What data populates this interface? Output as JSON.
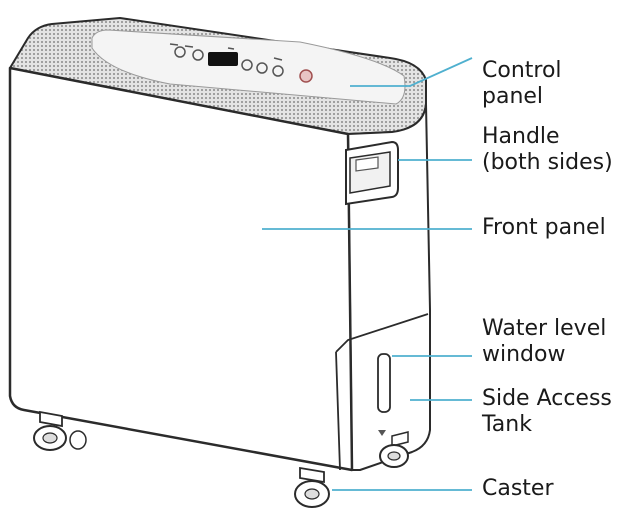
{
  "labels": {
    "control_panel": [
      "Control",
      "panel"
    ],
    "handle": [
      "Handle",
      "(both sides)"
    ],
    "front_panel": [
      "Front panel"
    ],
    "water_level_window": [
      "Water level",
      "window"
    ],
    "side_access_tank": [
      "Side Access",
      "Tank"
    ],
    "caster": [
      "Caster"
    ]
  },
  "colors": {
    "leader_line": "#4fb0cf",
    "outline": "#2b2b2b",
    "grille": "#8a8a8a",
    "body_fill": "#ffffff",
    "top_fill": "#d9d9d9",
    "control_panel_fill": "#f4f4f4",
    "display": "#111111"
  }
}
